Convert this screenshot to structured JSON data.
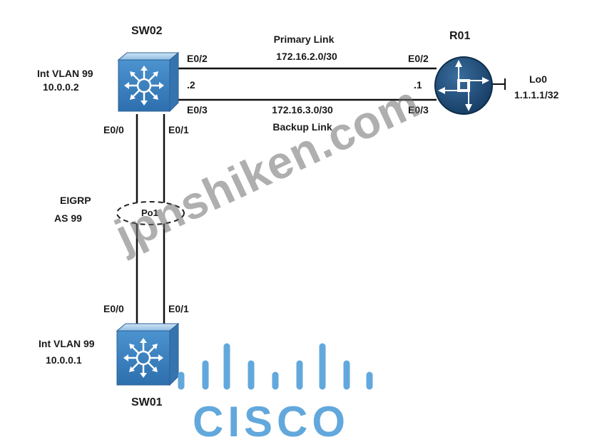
{
  "colors": {
    "cisco_blue": "#62a8dc",
    "switch_blue": "#3f86c4",
    "router_navy": "#1e4d7c"
  },
  "sw02": {
    "name": "SW02",
    "vlan_label": "Int VLAN 99",
    "vlan_ip": "10.0.0.2",
    "port_e02": "E0/2",
    "port_e03": "E0/3",
    "port_e00": "E0/0",
    "port_e01": "E0/1",
    "host_octet": ".2",
    "icon": "layer3-switch-icon"
  },
  "r01": {
    "name": "R01",
    "port_e02": "E0/2",
    "port_e03": "E0/3",
    "host_octet": ".1",
    "loopback_name": "Lo0",
    "loopback_ip": "1.1.1.1/32",
    "icon": "router-icon"
  },
  "links": {
    "primary_name": "Primary Link",
    "primary_subnet": "172.16.2.0/30",
    "backup_subnet": "172.16.3.0/30",
    "backup_name": "Backup Link"
  },
  "portchannel": {
    "protocol": "EIGRP",
    "as": "AS 99",
    "name": "Po1"
  },
  "sw01": {
    "name": "SW01",
    "vlan_label": "Int VLAN 99",
    "vlan_ip": "10.0.0.1",
    "port_e00": "E0/0",
    "port_e01": "E0/1",
    "icon": "layer3-switch-icon"
  },
  "watermark": "jpnshiken.com",
  "logo": {
    "text": "CISCO"
  }
}
